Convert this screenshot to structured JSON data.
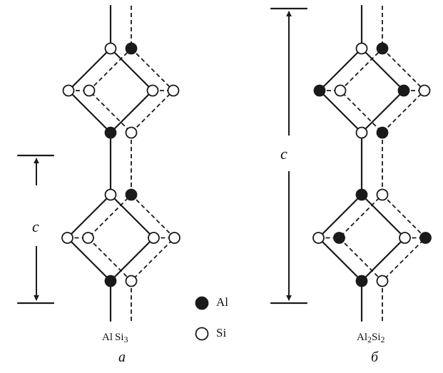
{
  "colors": {
    "ink": "#1a1a1a",
    "paper": "#ffffff",
    "al_fill": "#1a1a1a",
    "si_fill": "#ffffff"
  },
  "legend": {
    "al": {
      "icon": "filled-circle-icon",
      "label": "Al"
    },
    "si": {
      "icon": "open-circle-icon",
      "label": "Si"
    }
  },
  "panel_a": {
    "formula": {
      "el1": "Al",
      "sub1": "",
      "el2": "Si",
      "sub2": "3"
    },
    "letter": "а",
    "dimension_label": "c"
  },
  "panel_b": {
    "formula": {
      "el1": "Al",
      "sub1": "2",
      "el2": "Si",
      "sub2": "2"
    },
    "letter": "б",
    "dimension_label": "c"
  }
}
